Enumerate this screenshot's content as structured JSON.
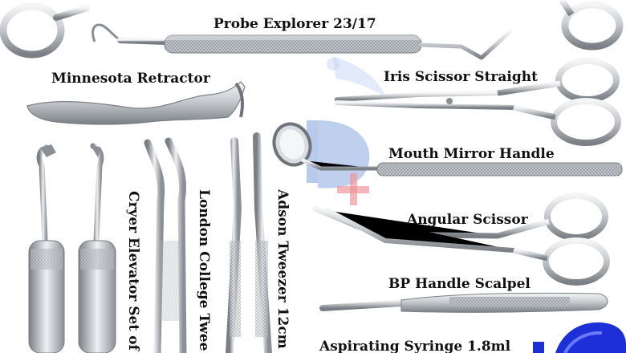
{
  "labels": {
    "probe": "Probe Explorer 23/17",
    "minnesota": "Minnesota Retractor",
    "iris": "Iris Scissor Straight",
    "mirror": "Mouth Mirror Handle",
    "angular": "Angular Scissor",
    "bp": "BP Handle Scalpel",
    "syringe": "Aspirating Syringe 1.8ml",
    "cryer": "Cryer Elevator Set of",
    "london": "London College Twee",
    "adson": "Adson Tweezer 12cm"
  },
  "colors": {
    "steel_light": "#e6e8ea",
    "steel_mid": "#b9bdc2",
    "steel_dark": "#6f747a",
    "watermark_blue": "#2b63c8",
    "watermark_red": "#e0404a",
    "syringe_blue": "#1d2fd6"
  }
}
